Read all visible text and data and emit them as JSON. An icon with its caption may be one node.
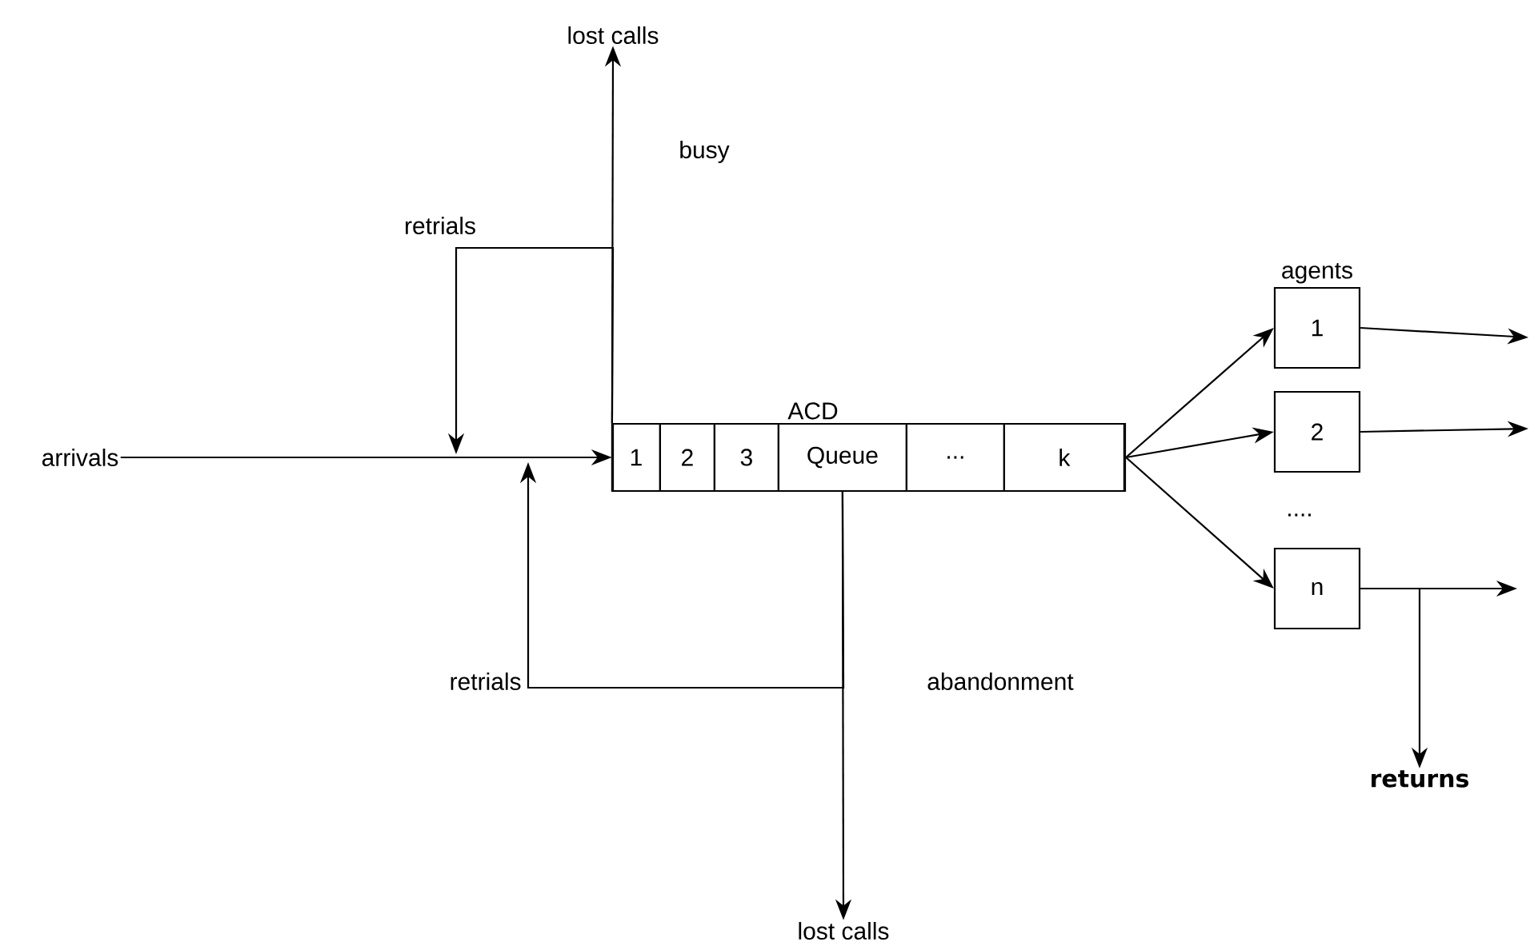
{
  "diagram": {
    "nodes": [
      {
        "text": [
          "arrivals"
        ]
      },
      {
        "text": [
          "lost calls"
        ]
      },
      {
        "text": [
          "ACD"
        ]
      },
      {
        "text": [
          "1"
        ],
        "in": 2
      },
      {
        "text": [
          "2"
        ],
        "in": 2
      },
      {
        "text": [
          "3"
        ],
        "in": 2
      },
      {
        "text": [
          "Queue"
        ],
        "in": 2
      },
      {
        "text": [
          "..."
        ],
        "in": 2
      },
      {
        "text": [
          "k"
        ],
        "in": 2
      },
      {
        "text": [
          "agents",
          "1"
        ]
      },
      {
        "text": [
          "2"
        ]
      },
      {
        "text": [
          "n"
        ]
      },
      {
        "text": [
          "returns"
        ]
      },
      {
        "text": [
          "lost calls"
        ]
      }
    ],
    "edges": [
      {
        "from": 0,
        "to": 2,
        "arrow": "to"
      },
      {
        "from": 2,
        "to": 1,
        "arrow": "to",
        "label": "busy"
      },
      {
        "from": 2,
        "to": null,
        "arrow": "to",
        "label": "retrials"
      },
      {
        "from": 6,
        "to": 13,
        "arrow": "to",
        "label": "abandonment"
      },
      {
        "from": 6,
        "to": null,
        "arrow": "to",
        "label": "retrials"
      },
      {
        "from": 2,
        "to": 9,
        "arrow": "to"
      },
      {
        "from": 2,
        "to": 10,
        "arrow": "to"
      },
      {
        "from": 2,
        "to": 11,
        "arrow": "to"
      },
      {
        "from": 9,
        "to": null,
        "arrow": "to"
      },
      {
        "from": 10,
        "to": null,
        "arrow": "to"
      },
      {
        "from": 11,
        "to": null,
        "arrow": "to"
      },
      {
        "from": 11,
        "to": 12,
        "arrow": "to"
      }
    ],
    "labels": [
      "...."
    ]
  }
}
